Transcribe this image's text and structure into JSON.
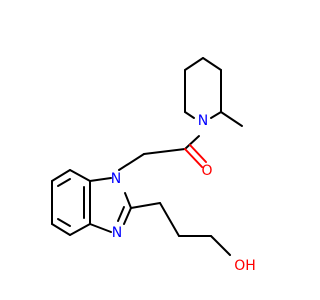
{
  "molecule": {
    "atoms": {
      "n_piperidine": "N",
      "n_imidazole_1": "N",
      "n_imidazole_3": "N",
      "o_carbonyl": "O",
      "oh_label": "OH"
    },
    "colors": {
      "bond": "#000000",
      "nitrogen": "#0000ff",
      "oxygen": "#ff0000",
      "background": "#ffffff"
    }
  }
}
